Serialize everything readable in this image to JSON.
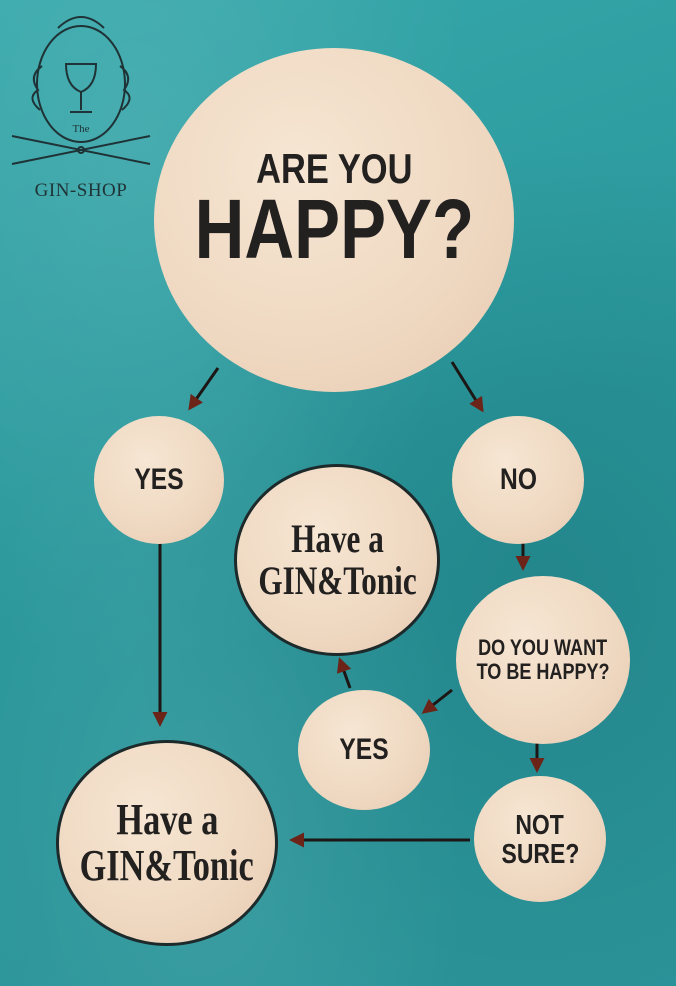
{
  "logo": {
    "text": "GIN-SHOP",
    "small_text": "The"
  },
  "nodes": {
    "question_main": {
      "line1": "ARE YOU",
      "line2": "HAPPY?"
    },
    "yes_top": "YES",
    "no_top": "NO",
    "gin_middle": {
      "line1": "Have a",
      "line2": "GIN&Tonic"
    },
    "question_want": {
      "line1": "DO YOU WANT",
      "line2": "TO BE HAPPY?"
    },
    "yes_lower": "YES",
    "not_sure": {
      "line1": "NOT",
      "line2": "SURE?"
    },
    "gin_bottom": {
      "line1": "Have a",
      "line2": "GIN&Tonic"
    }
  },
  "colors": {
    "background": "#2f9fa3",
    "circle_fill": "#f2dfca",
    "arrow": "#6b2417",
    "text": "#232020"
  }
}
